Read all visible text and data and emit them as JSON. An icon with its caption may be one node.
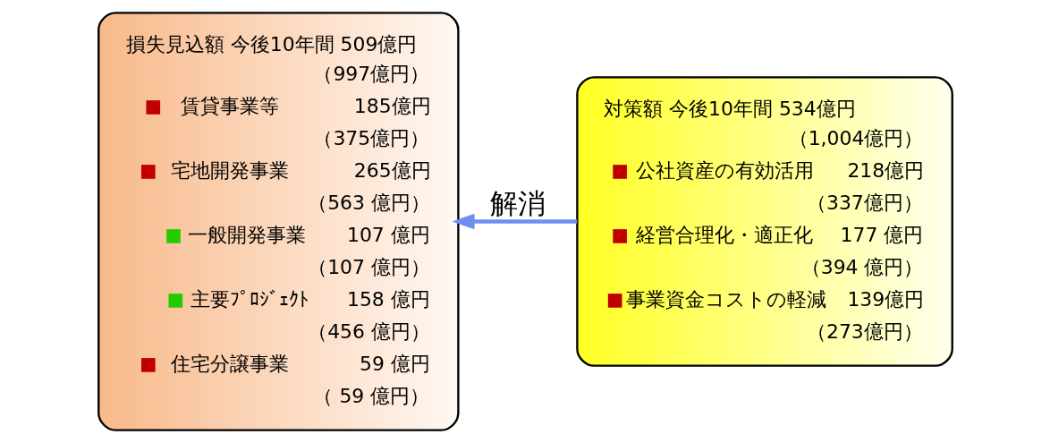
{
  "diagram": {
    "nodes": [
      {
        "text": [
          "損失見込額 今後10年間 509億円",
          "（997億円）",
          "賃貸事業等",
          "185億円",
          "（375億円）",
          "宅地開発事業",
          "265億円",
          "（563 億円）",
          "一般開発事業",
          "107 億円",
          "（107 億円）",
          "主要ﾌﾟﾛｼﾞｪｸﾄ",
          "158 億円",
          "（456 億円）",
          "住宅分譲事業",
          "59 億円",
          "（ 59 億円）"
        ]
      },
      {
        "text": [
          "対策額 今後10年間 534億円",
          "（1,004億円）",
          "公社資産の有効活用",
          "218億円",
          "（337億円）",
          "経営合理化・適正化",
          "177 億円",
          "（394 億円）",
          "事業資金コストの軽減",
          "139億円",
          "（273億円）"
        ]
      }
    ],
    "edges": [
      {
        "from": 1,
        "to": 0,
        "arrow": "to",
        "label": "解消"
      }
    ]
  }
}
